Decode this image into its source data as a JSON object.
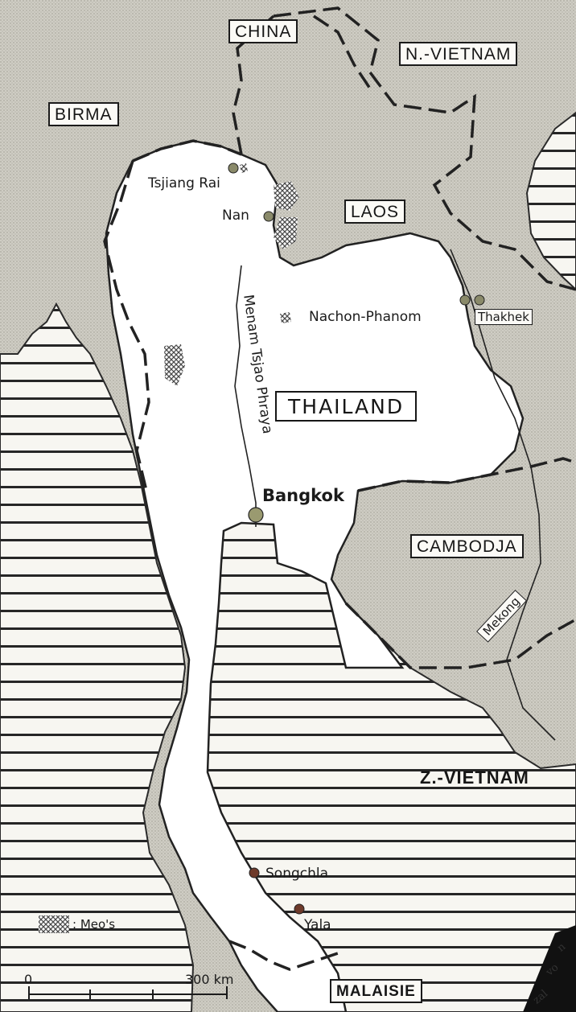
{
  "countries": {
    "china": "CHINA",
    "north_vietnam": "N.-VIETNAM",
    "burma": "BIRMA",
    "laos": "LAOS",
    "thailand": "THAILAND",
    "cambodia": "CAMBODJA",
    "south_vietnam": "Z.-VIETNAM",
    "malaysia": "MALAISIE"
  },
  "cities": {
    "chiang_rai": "Tsjiang Rai",
    "nan": "Nan",
    "nakhon_phanom": "Nachon-Phanom",
    "thakhek": "Thakhek",
    "bangkok": "Bangkok",
    "songkhla": "Songchla",
    "yala": "Yala"
  },
  "rivers": {
    "menam": "Menam Tsjao Phraya",
    "mekong": "Mekong"
  },
  "legend": {
    "meo_label": ": Meo's"
  },
  "scale": {
    "zero": "0",
    "distance": "300 km"
  },
  "edge_text": [
    "n",
    "vo",
    "zal"
  ],
  "colors": {
    "land_other": "#c9c7be",
    "land_thailand": "#ffffff",
    "sea_hatch": "#222222",
    "border": "#222222",
    "city_dot": "#8a8a6a"
  }
}
